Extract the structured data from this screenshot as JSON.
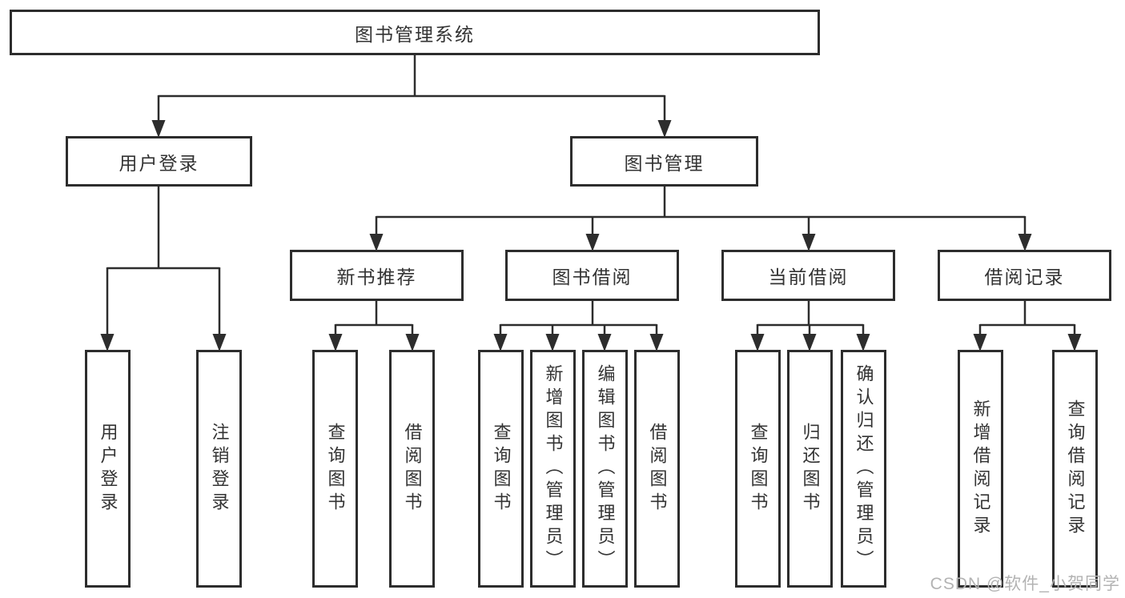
{
  "root": {
    "label": "图书管理系统"
  },
  "branches": {
    "user": {
      "label": "用户登录",
      "children": [
        "用户登录",
        "注销登录"
      ]
    },
    "book": {
      "label": "图书管理",
      "sections": [
        {
          "label": "新书推荐",
          "children": [
            "查询图书",
            "借阅图书"
          ]
        },
        {
          "label": "图书借阅",
          "children": [
            "查询图书",
            "新增图书（管理员）",
            "编辑图书（管理员）",
            "借阅图书"
          ]
        },
        {
          "label": "当前借阅",
          "children": [
            "查询图书",
            "归还图书",
            "确认归还（管理员）"
          ]
        },
        {
          "label": "借阅记录",
          "children": [
            "新增借阅记录",
            "查询借阅记录"
          ]
        }
      ]
    }
  },
  "watermark": {
    "text": "CSDN @软件_小贺同学"
  },
  "colors": {
    "line": "#2d2d2d",
    "text": "#333333",
    "watermark": "#b3b3b3"
  }
}
